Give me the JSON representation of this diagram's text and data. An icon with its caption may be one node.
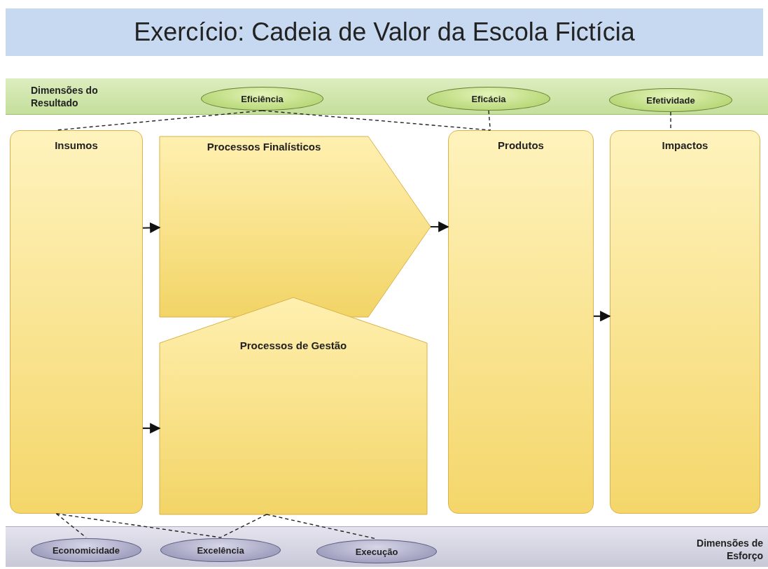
{
  "diagram": {
    "title": "Exercício: Cadeia de Valor da Escola Fictícia",
    "nodes": [
      {
        "text": [
          "Dimensões do Resultado"
        ]
      },
      {
        "text": [
          "Eficiência"
        ],
        "in": 0
      },
      {
        "text": [
          "Eficácia"
        ],
        "in": 0
      },
      {
        "text": [
          "Efetividade"
        ],
        "in": 0
      },
      {
        "text": [
          "Insumos"
        ]
      },
      {
        "text": [
          "Processos Finalísticos"
        ]
      },
      {
        "text": [
          "Processos de Gestão"
        ]
      },
      {
        "text": [
          "Produtos"
        ]
      },
      {
        "text": [
          "Impactos"
        ]
      },
      {
        "text": [
          "Dimensões de Esforço"
        ]
      },
      {
        "text": [
          "Economicidade"
        ],
        "in": 9
      },
      {
        "text": [
          "Excelência"
        ],
        "in": 9
      },
      {
        "text": [
          "Execução"
        ],
        "in": 9
      }
    ],
    "edges": [
      {
        "from": 1,
        "to": 4,
        "arrow": "none",
        "style": "dashed"
      },
      {
        "from": 1,
        "to": 7,
        "arrow": "none",
        "style": "dashed"
      },
      {
        "from": 2,
        "to": 7,
        "arrow": "none",
        "style": "dashed"
      },
      {
        "from": 3,
        "to": 8,
        "arrow": "none",
        "style": "dashed"
      },
      {
        "from": 4,
        "to": 5,
        "arrow": "to"
      },
      {
        "from": 4,
        "to": 6,
        "arrow": "to"
      },
      {
        "from": 5,
        "to": 7,
        "arrow": "to"
      },
      {
        "from": 7,
        "to": 8,
        "arrow": "to"
      },
      {
        "from": 4,
        "to": 10,
        "arrow": "none",
        "style": "dashed"
      },
      {
        "from": 4,
        "to": 11,
        "arrow": "none",
        "style": "dashed"
      },
      {
        "from": 6,
        "to": 11,
        "arrow": "none",
        "style": "dashed"
      },
      {
        "from": 6,
        "to": 12,
        "arrow": "none",
        "style": "dashed"
      }
    ]
  }
}
